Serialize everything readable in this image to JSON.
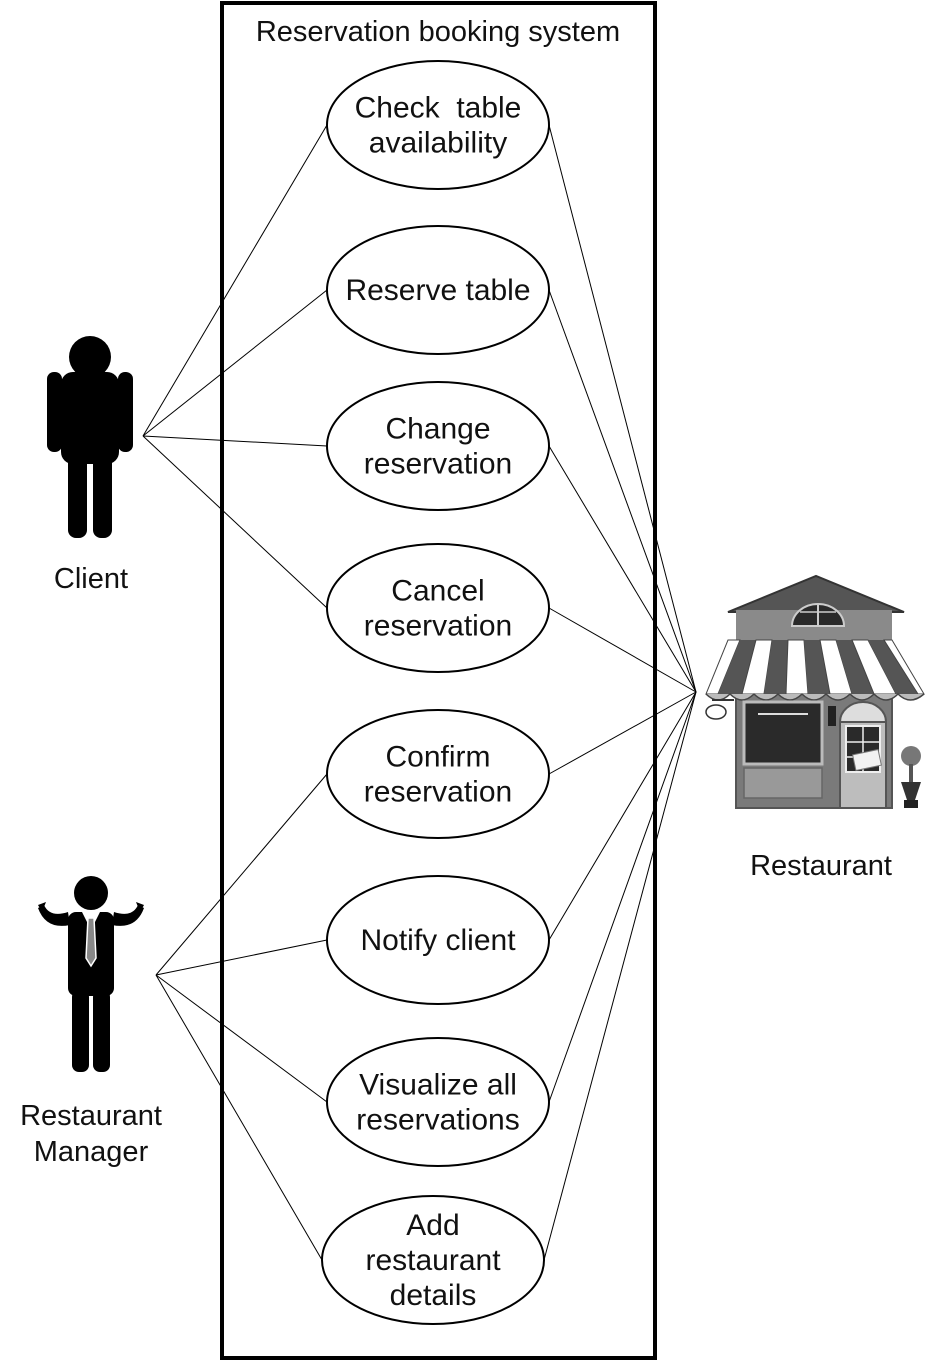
{
  "diagram": {
    "system": {
      "title": "Reservation booking system"
    },
    "actors": [
      {
        "id": "client",
        "label": [
          "Client"
        ]
      },
      {
        "id": "manager",
        "label": [
          "Restaurant",
          "Manager"
        ]
      },
      {
        "id": "restaurant",
        "label": [
          "Restaurant"
        ]
      }
    ],
    "use_cases": [
      {
        "id": "check",
        "lines": [
          "Check  table",
          "availability"
        ]
      },
      {
        "id": "reserve",
        "lines": [
          "Reserve table"
        ]
      },
      {
        "id": "change",
        "lines": [
          "Change",
          "reservation"
        ]
      },
      {
        "id": "cancel",
        "lines": [
          "Cancel",
          "reservation"
        ]
      },
      {
        "id": "confirm",
        "lines": [
          "Confirm",
          "reservation"
        ]
      },
      {
        "id": "notify",
        "lines": [
          "Notify client"
        ]
      },
      {
        "id": "visualize",
        "lines": [
          "Visualize all",
          "reservations"
        ]
      },
      {
        "id": "details",
        "lines": [
          "Add",
          "restaurant",
          "details"
        ]
      }
    ],
    "associations": [
      [
        "client",
        "check"
      ],
      [
        "client",
        "reserve"
      ],
      [
        "client",
        "change"
      ],
      [
        "client",
        "cancel"
      ],
      [
        "manager",
        "confirm"
      ],
      [
        "manager",
        "notify"
      ],
      [
        "manager",
        "visualize"
      ],
      [
        "manager",
        "details"
      ],
      [
        "restaurant",
        "check"
      ],
      [
        "restaurant",
        "reserve"
      ],
      [
        "restaurant",
        "change"
      ],
      [
        "restaurant",
        "cancel"
      ],
      [
        "restaurant",
        "confirm"
      ],
      [
        "restaurant",
        "notify"
      ],
      [
        "restaurant",
        "visualize"
      ],
      [
        "restaurant",
        "details"
      ]
    ]
  },
  "icons": {
    "client": "person-icon",
    "manager": "businessman-icon",
    "restaurant": "storefront-icon"
  }
}
